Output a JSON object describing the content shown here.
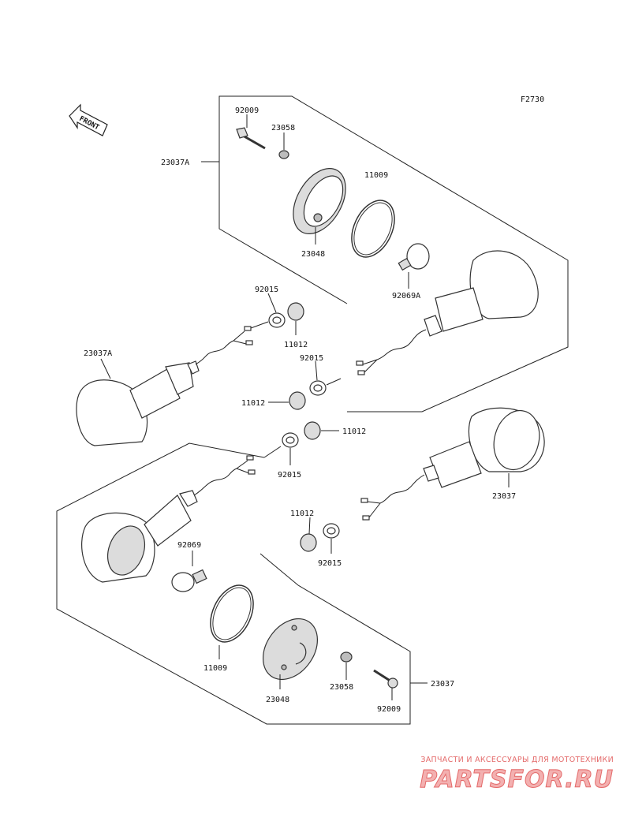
{
  "figure_code": "F2730",
  "front_label": "FRONT",
  "labels": {
    "p92009_top": "92009",
    "p23058_top": "23058",
    "p23037A_set": "23037A",
    "p11009_top": "11009",
    "p23048_top": "23048",
    "p92069A": "92069A",
    "p92015_a": "92015",
    "p11012_a": "11012",
    "p23037A_left": "23037A",
    "p92015_b": "92015",
    "p11012_b": "11012",
    "p11012_c": "11012",
    "p92015_c": "92015",
    "p23037_right": "23037",
    "p11012_d": "11012",
    "p92015_d": "92015",
    "p92069": "92069",
    "p11009_bottom": "11009",
    "p23048_bottom": "23048",
    "p23058_bottom": "23058",
    "p92009_bottom": "92009",
    "p23037_set": "23037"
  },
  "watermark": {
    "tagline": "ЗАПЧАСТИ И АКСЕССУАРЫ ДЛЯ МОТОТЕХНИКИ",
    "logo": "PARTSFOR.RU"
  },
  "colors": {
    "watermark": "#e46a6a",
    "line": "#222222"
  }
}
